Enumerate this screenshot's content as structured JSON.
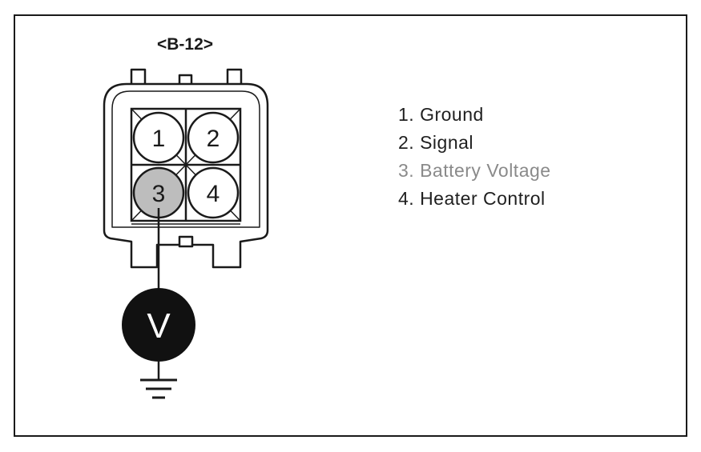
{
  "connector": {
    "label": "<B-12>",
    "pins": [
      {
        "number": "1",
        "highlighted": false
      },
      {
        "number": "2",
        "highlighted": false
      },
      {
        "number": "3",
        "highlighted": true
      },
      {
        "number": "4",
        "highlighted": false
      }
    ]
  },
  "meter": {
    "symbol": "V"
  },
  "legend": [
    {
      "text": "1. Ground",
      "highlighted": false
    },
    {
      "text": "2. Signal",
      "highlighted": false
    },
    {
      "text": "3. Battery Voltage",
      "highlighted": true
    },
    {
      "text": "4. Heater Control",
      "highlighted": false
    }
  ],
  "colors": {
    "line": "#1a1a1a",
    "highlight_pin": "#bdbdbd",
    "highlight_text": "#8a8a8a",
    "meter_fill": "#111111"
  }
}
